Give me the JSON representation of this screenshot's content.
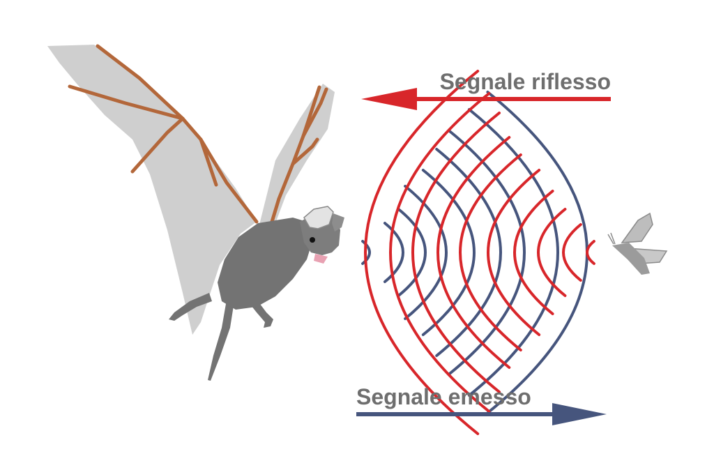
{
  "labels": {
    "reflected": "Segnale riflesso",
    "emitted": "Segnale emesso"
  },
  "colors": {
    "reflected_signal": "#d8262a",
    "emitted_signal": "#46557d",
    "label_text": "#6e6e6e",
    "bat_body": "#737373",
    "bat_wing": "#cfcfcf",
    "bat_bones": "#b3673a",
    "moth": "#a6a6a6"
  },
  "icons": {
    "bat": "bat-illustration",
    "moth": "moth-illustration"
  }
}
